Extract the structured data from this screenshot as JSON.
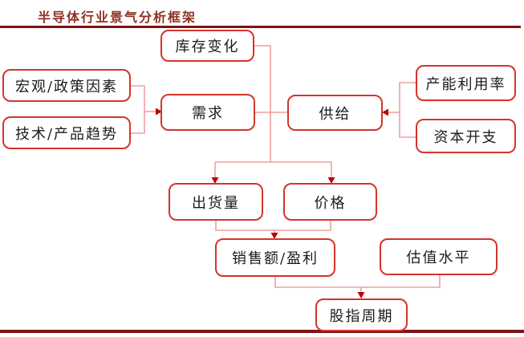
{
  "title": "半导体行业景气分析框架",
  "colors": {
    "title_color": "#8e3224",
    "rule": "#7d1315",
    "box_border": "#d5342c",
    "connector": "#efa0a0",
    "arrow": "#c00000"
  },
  "nodes": {
    "inventory": {
      "label": "库存变化"
    },
    "macro": {
      "label": "宏观/政策因素"
    },
    "tech": {
      "label": "技术/产品趋势"
    },
    "demand": {
      "label": "需求"
    },
    "supply": {
      "label": "供给"
    },
    "capacity": {
      "label": "产能利用率"
    },
    "capex": {
      "label": "资本开支"
    },
    "shipments": {
      "label": "出货量"
    },
    "price": {
      "label": "价格"
    },
    "sales": {
      "label": "销售额/盈利"
    },
    "valuation": {
      "label": "估值水平"
    },
    "index": {
      "label": "股指周期"
    }
  },
  "edges": [
    {
      "from": "宏观/政策因素",
      "to": "需求",
      "arrow": true
    },
    {
      "from": "技术/产品趋势",
      "to": "需求",
      "arrow": true
    },
    {
      "from": "产能利用率",
      "to": "供给",
      "arrow": true
    },
    {
      "from": "资本开支",
      "to": "供给",
      "arrow": true
    },
    {
      "from": "库存变化",
      "to": "需求/供给中枢",
      "arrow": false
    },
    {
      "from": "需求",
      "to": "供给",
      "arrow": false
    },
    {
      "from": "需求/供给中枢",
      "to": "出货量",
      "arrow": true
    },
    {
      "from": "需求/供给中枢",
      "to": "价格",
      "arrow": true
    },
    {
      "from": "出货量",
      "to": "销售额/盈利",
      "arrow": true
    },
    {
      "from": "价格",
      "to": "销售额/盈利",
      "arrow": true
    },
    {
      "from": "销售额/盈利",
      "to": "股指周期",
      "arrow": true
    },
    {
      "from": "估值水平",
      "to": "股指周期",
      "arrow": true
    }
  ]
}
